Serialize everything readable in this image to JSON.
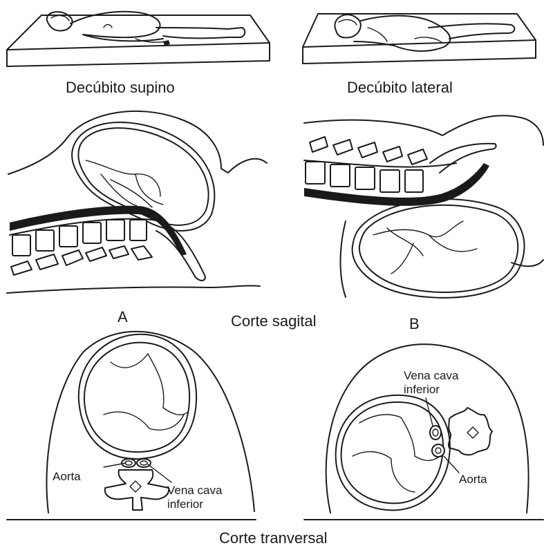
{
  "labels": {
    "supine": "Decúbito supino",
    "lateral": "Decúbito lateral",
    "panel_a": "A",
    "panel_b": "B",
    "sagittal": "Corte sagital",
    "transverse": "Corte tranversal",
    "left_aorta": "Aorta",
    "left_vena_line1": "Vena cava",
    "left_vena_line2": "inferior",
    "right_vena_line1": "Vena cava",
    "right_vena_line2": "inferior",
    "right_aorta": "Aorta"
  },
  "colors": {
    "ink": "#1a1a1a",
    "background": "#ffffff"
  }
}
